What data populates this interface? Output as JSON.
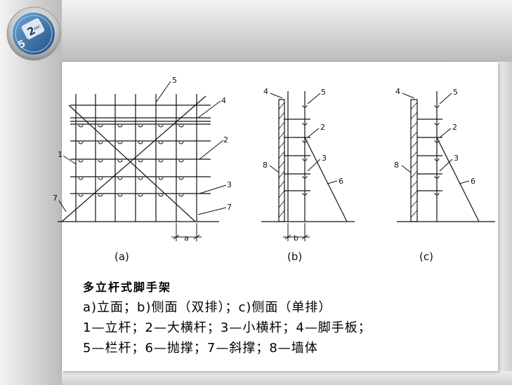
{
  "figure": {
    "caption_a": "(a)",
    "caption_b": "(b)",
    "caption_c": "(c)",
    "labels_a": [
      "5",
      "4",
      "2",
      "1",
      "3",
      "7",
      "7"
    ],
    "dim_a": "a",
    "labels_b": [
      "4",
      "5",
      "2",
      "3",
      "8",
      "6"
    ],
    "dim_b": "b",
    "labels_c": [
      "4",
      "5",
      "2",
      "3",
      "8",
      "6"
    ]
  },
  "caption": {
    "title": "多立杆式脚手架",
    "line1": "a)立面；b)侧面（双排）；c)侧面（单排）",
    "line2": "1—立杆；2—大横杆；3—小横杆；4—脚手板；",
    "line3": "5—栏杆；6—抛撑；7—斜撑；8—墙体"
  },
  "logo": {
    "digits": [
      "2",
      "5"
    ],
    "small_text": "ABC"
  },
  "colors": {
    "line": "#111111",
    "metal": "#cfcfcf",
    "accent": "#2f6fa8"
  }
}
